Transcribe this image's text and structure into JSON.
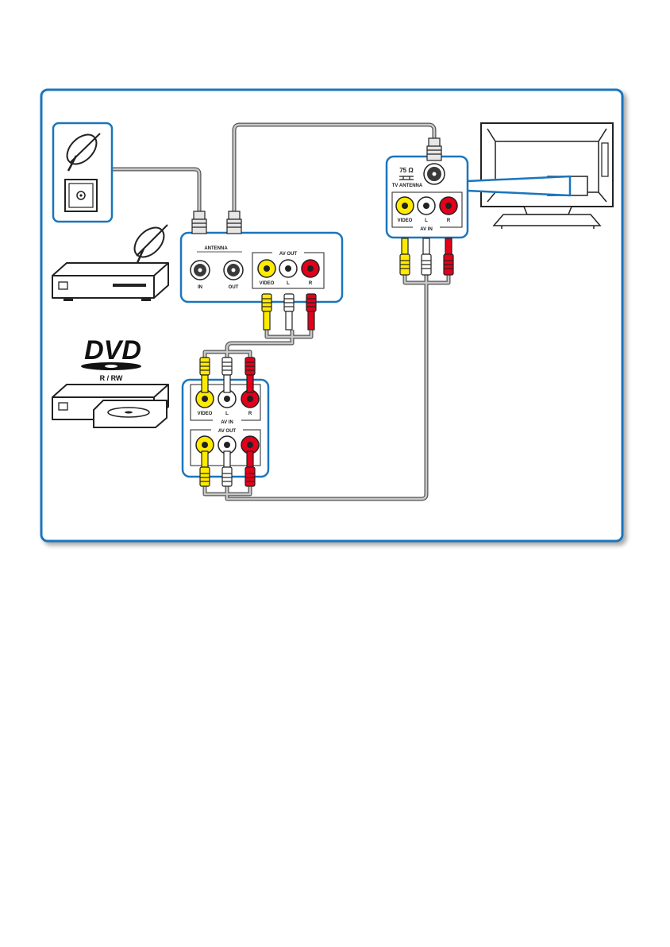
{
  "frame": {
    "border_color": "#1b75bc"
  },
  "colors": {
    "video": "#ffeb00",
    "audio_left": "#ffffff",
    "audio_right": "#e3001b",
    "cable": "#c8c8c8",
    "coax_port": "#3a3a3a"
  },
  "icons": {
    "satellite_dish": "satellite-dish-icon",
    "wall_socket": "antenna-wall-socket-icon",
    "set_top_box": "satellite-receiver-icon",
    "dvd_recorder": "dvd-recorder-icon",
    "tv": "tv-icon"
  },
  "dvd_logo": {
    "brand": "DVD",
    "subtitle": "R / RW"
  },
  "satellite_box": {
    "antenna_label": "ANTENNA",
    "in_label": "IN",
    "out_label": "OUT",
    "av_out_label": "AV OUT",
    "video_label": "VIDEO",
    "left_label": "L",
    "right_label": "R"
  },
  "dvd_recorder": {
    "av_in_label": "AV IN",
    "av_out_label": "AV OUT",
    "video_label": "VIDEO",
    "left_label": "L",
    "right_label": "R"
  },
  "tv": {
    "impedance_label": "75 Ω",
    "antenna_label": "TV ANTENNA",
    "av_in_label": "AV IN",
    "video_label": "VIDEO",
    "left_label": "L",
    "right_label": "R"
  }
}
